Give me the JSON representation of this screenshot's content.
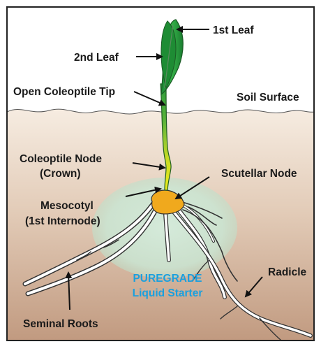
{
  "labels": {
    "first_leaf": "1st Leaf",
    "second_leaf": "2nd Leaf",
    "open_coleoptile_tip": "Open Coleoptile Tip",
    "soil_surface": "Soil Surface",
    "coleoptile_node_line1": "Coleoptile Node",
    "coleoptile_node_line2": "(Crown)",
    "scutellar_node": "Scutellar Node",
    "mesocotyl_line1": "Mesocotyl",
    "mesocotyl_line2": "(1st Internode)",
    "starter_line1": "PUREGRADE",
    "starter_line2": "Liquid Starter",
    "radicle": "Radicle",
    "seminal_roots": "Seminal Roots"
  },
  "colors": {
    "sky": "#ffffff",
    "soil_top": "#f6ece1",
    "soil_bottom": "#c19a80",
    "leaf_green": "#23993a",
    "coleoptile_yellow": "#e6e81a",
    "seed_orange": "#f0a91d",
    "starter_zone": "#cde8d7",
    "starter_text": "#1aa0de"
  }
}
